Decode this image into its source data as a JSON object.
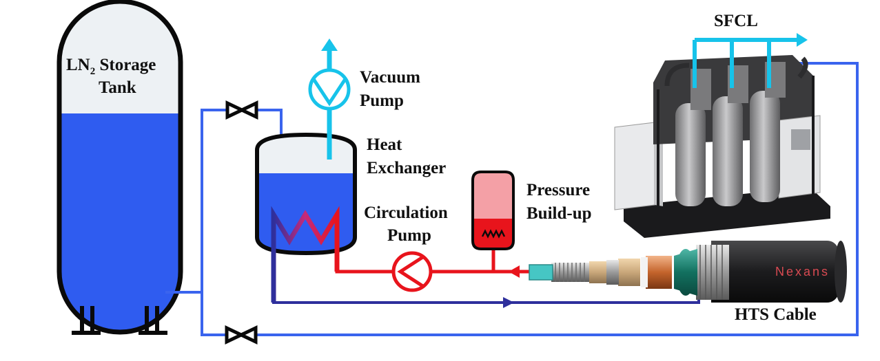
{
  "labels": {
    "tank_line1_prefix": "LN",
    "tank_line1_sub": "2",
    "tank_line1_suffix": " Storage",
    "tank_line2": "Tank",
    "vacuum_pump": [
      "Vacuum",
      "Pump"
    ],
    "heat_exchanger": [
      "Heat",
      "Exchanger"
    ],
    "circulation_pump": [
      "Circulation",
      "Pump"
    ],
    "pressure_buildup": [
      "Pressure",
      "Build-up"
    ],
    "sfcl": "SFCL",
    "hts_cable": "HTS Cable",
    "cable_brand": "Nexans"
  },
  "colors": {
    "ln2": "#2f5cf0",
    "flow_blue": "#3a64ee",
    "return_navy": "#2e2f9c",
    "hot_red": "#e8141c",
    "vapor_cyan": "#17c3ea",
    "gas_space": "#edf1f4",
    "pressure_top": "#f4a0a6"
  }
}
